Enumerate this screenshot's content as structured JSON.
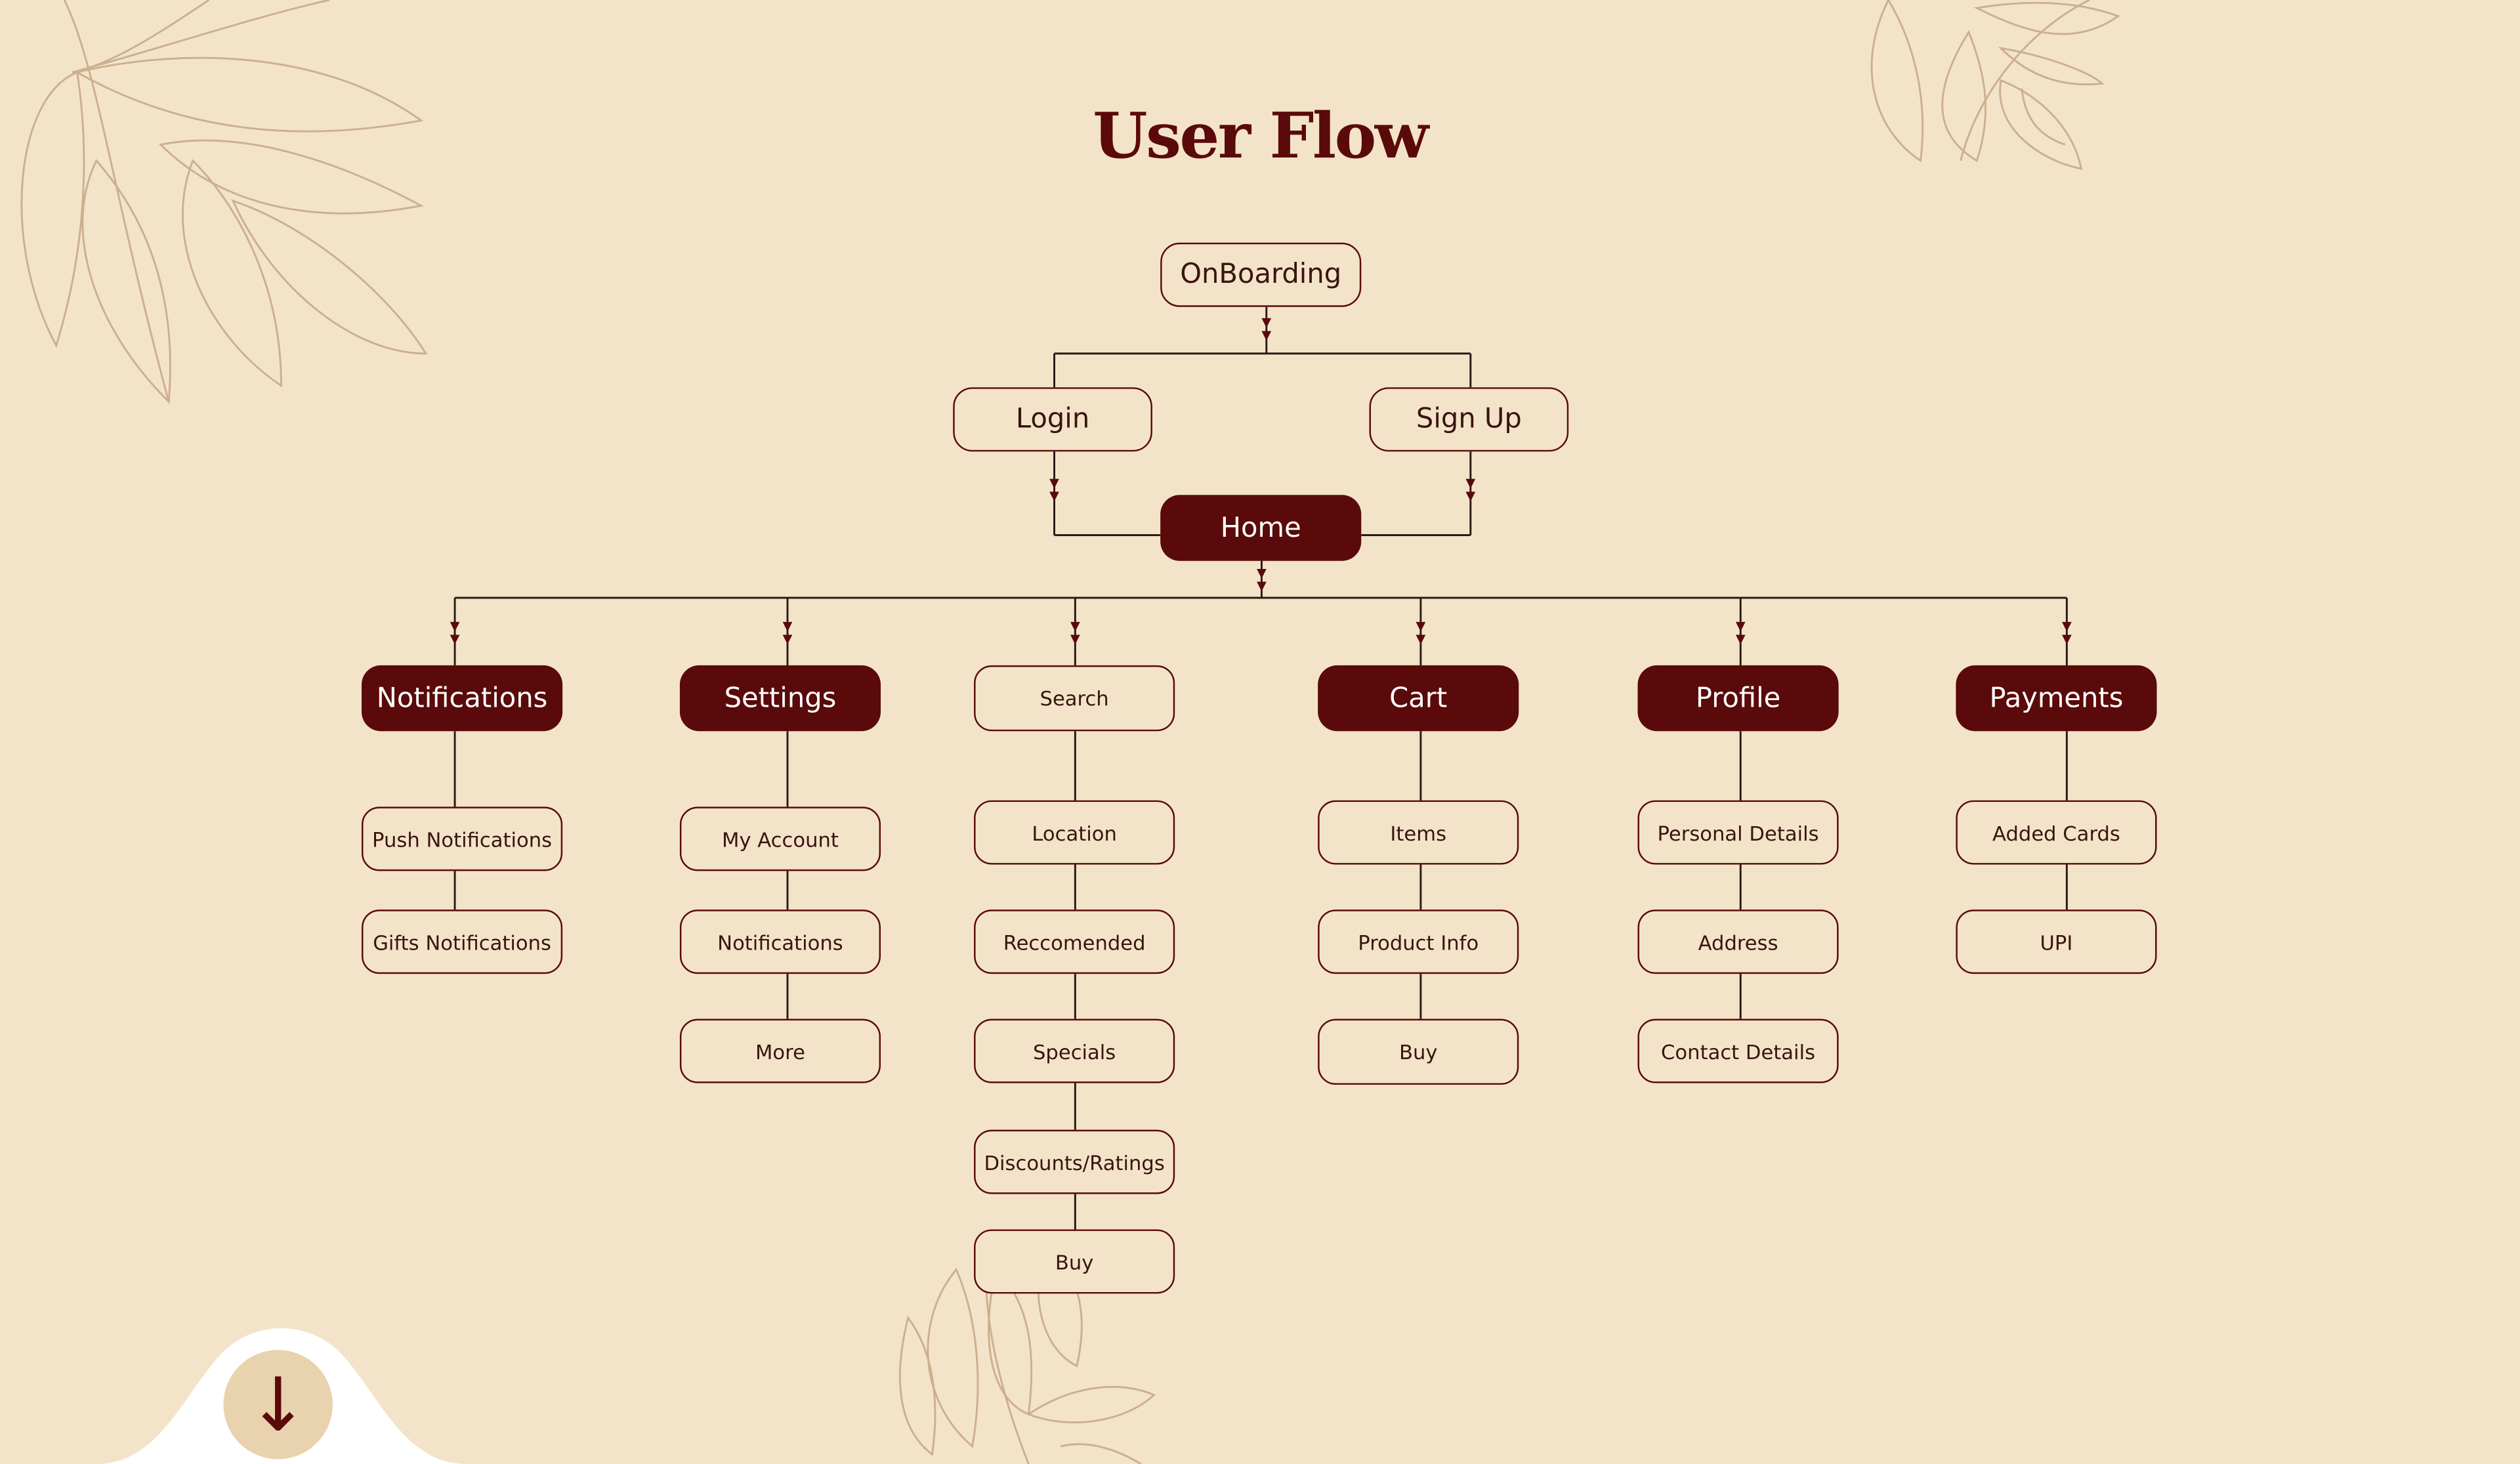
{
  "page": {
    "title": "User Flow",
    "colors": {
      "background": "#f3e4c9",
      "accent": "#5a0a0a",
      "text": "#3a1410",
      "line": "#2a1a15",
      "leaf": "#c9a98a"
    },
    "scroll_button_icon": "arrow-down-icon",
    "scroll_button_glyph": "↓"
  },
  "nodes": {
    "onboarding": "OnBoarding",
    "login": "Login",
    "signup": "Sign Up",
    "home": "Home",
    "notifications": "Notifications",
    "settings": "Settings",
    "search": "Search",
    "cart": "Cart",
    "profile": "Profile",
    "payments": "Payments",
    "notifications_children": [
      "Push Notifications",
      "Gifts Notifications"
    ],
    "settings_children": [
      "My Account",
      "Notifications",
      "More"
    ],
    "search_children": [
      "Location",
      "Reccomended",
      "Specials",
      "Discounts/Ratings",
      "Buy"
    ],
    "cart_children": [
      "Items",
      "Product Info",
      "Buy"
    ],
    "profile_children": [
      "Personal Details",
      "Address",
      "Contact Details"
    ],
    "payments_children": [
      "Added Cards",
      "UPI"
    ]
  }
}
